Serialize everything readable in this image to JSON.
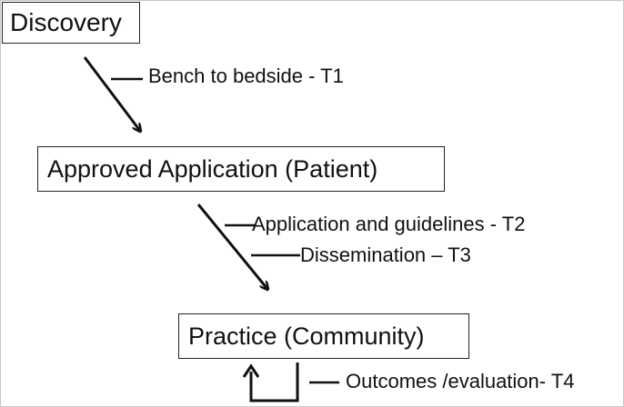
{
  "stages": {
    "discovery": "Discovery",
    "approved": "Approved Application (Patient)",
    "practice": "Practice (Community)"
  },
  "steps": {
    "t1": "Bench to bedside - T1",
    "t2": "Application and guidelines - T2",
    "t3": "Dissemination – T3",
    "t4": "Outcomes /evaluation- T4"
  },
  "colors": {
    "line": "#111111",
    "box_border": "#222222",
    "frame": "#c8c8c8"
  }
}
